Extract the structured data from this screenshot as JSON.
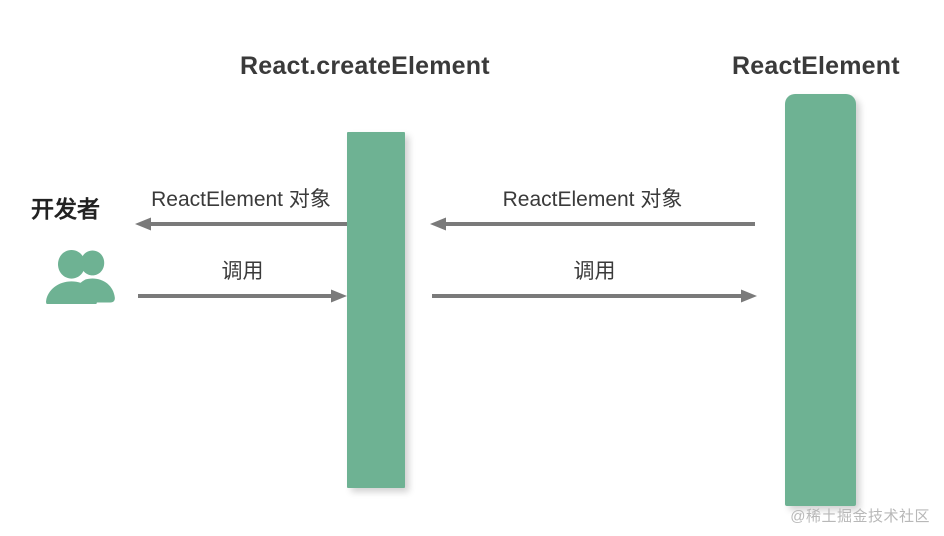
{
  "diagram": {
    "type": "sequence-diagram",
    "background_color": "#ffffff",
    "accent_color": "#6eb293",
    "text_color": "#3a3a3a",
    "arrow_color": "#7a7a7a",
    "participants": [
      {
        "id": "developer",
        "label": "开发者",
        "icon": "users-icon",
        "kind": "actor"
      },
      {
        "id": "react-create-element",
        "label": "React.createElement",
        "kind": "lifeline"
      },
      {
        "id": "react-element",
        "label": "ReactElement",
        "kind": "lifeline"
      }
    ],
    "messages": [
      {
        "id": "return-left",
        "label": "ReactElement 对象",
        "from": "react-create-element",
        "to": "developer",
        "direction": "left"
      },
      {
        "id": "call-left",
        "label": "调用",
        "from": "developer",
        "to": "react-create-element",
        "direction": "right"
      },
      {
        "id": "return-right",
        "label": "ReactElement 对象",
        "from": "react-element",
        "to": "react-create-element",
        "direction": "left"
      },
      {
        "id": "call-right",
        "label": "调用",
        "from": "react-create-element",
        "to": "react-element",
        "direction": "right"
      }
    ]
  },
  "watermark": {
    "text": "@稀土掘金技术社区"
  }
}
